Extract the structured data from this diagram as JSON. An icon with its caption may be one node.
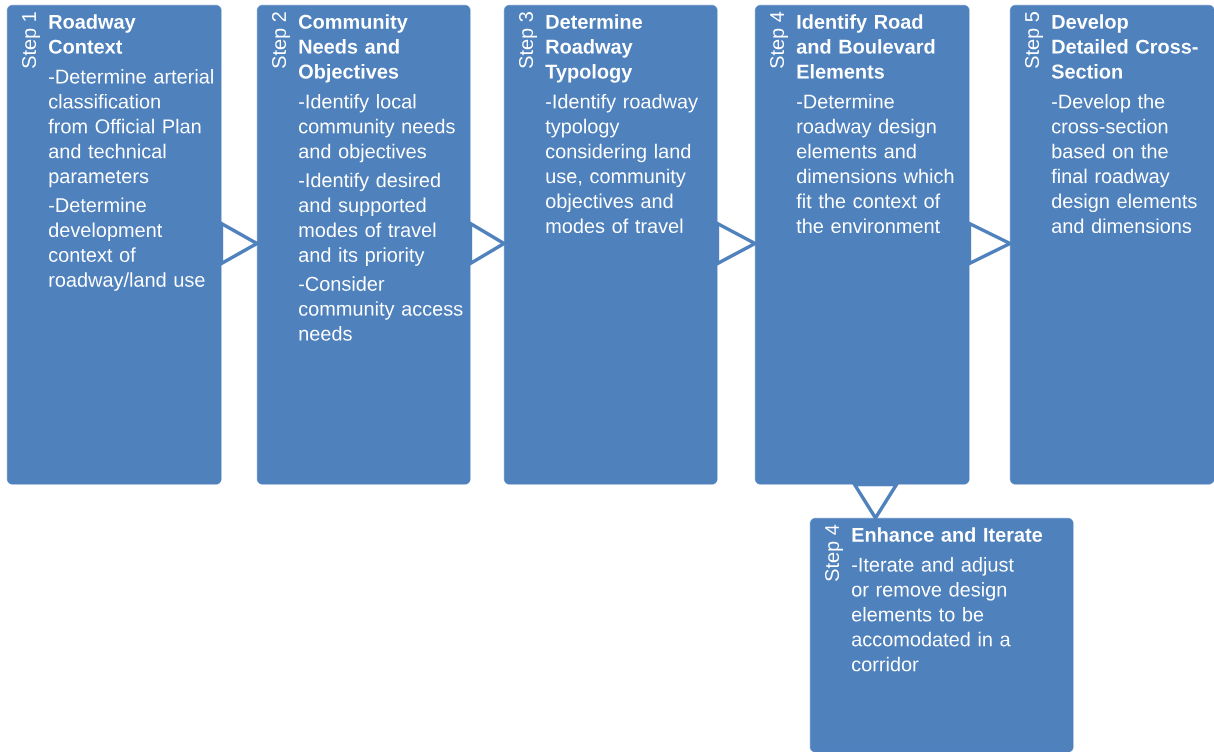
{
  "diagram": {
    "nodes": [
      {
        "text": [
          "Step 1",
          "Roadway Context",
          "-Determine arterial classification from Official Plan and technical parameters",
          "-Determine development context of roadway/land use"
        ]
      },
      {
        "text": [
          "Step 2",
          "Community Needs and Objectives",
          "-Identify local community needs and objectives",
          "-Identify desired and supported modes of travel and its priority",
          "-Consider community access needs"
        ]
      },
      {
        "text": [
          "Step 3",
          "Determine Roadway Typology",
          "-Identify roadway typology considering land use, community objectives and modes of travel"
        ]
      },
      {
        "text": [
          "Step 4",
          "Identify Road and Boulevard Elements",
          "-Determine roadway design elements and dimensions which fit the context of the environment"
        ]
      },
      {
        "text": [
          "Step 5",
          "Develop Detailed Cross-Section",
          "-Develop the cross-section based on the final roadway design elements and dimensions"
        ]
      },
      {
        "text": [
          "Step 4",
          "Enhance and Iterate",
          "-Iterate and adjust or remove design elements to be accomodated in a corridor"
        ]
      }
    ],
    "edges": [
      {
        "from": 0,
        "to": 1,
        "arrow": "to"
      },
      {
        "from": 1,
        "to": 2,
        "arrow": "to"
      },
      {
        "from": 2,
        "to": 3,
        "arrow": "to"
      },
      {
        "from": 3,
        "to": 4,
        "arrow": "to"
      },
      {
        "from": 3,
        "to": 5,
        "arrow": "to"
      }
    ]
  }
}
